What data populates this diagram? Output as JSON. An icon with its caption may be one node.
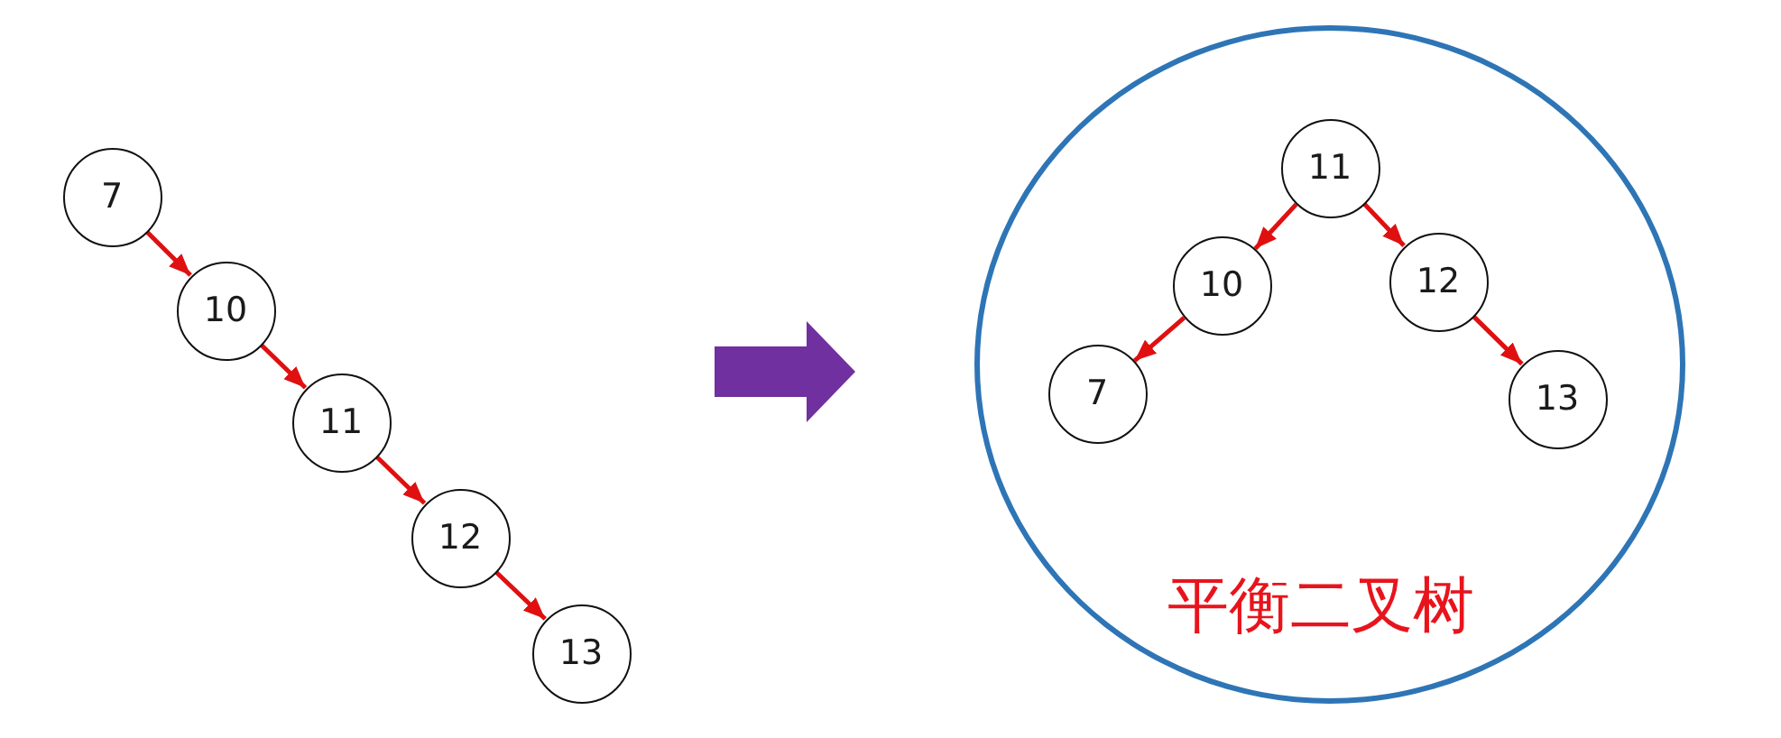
{
  "diagram": {
    "nodes": [
      {
        "text": [
          "7"
        ]
      },
      {
        "text": [
          "10"
        ]
      },
      {
        "text": [
          "11"
        ]
      },
      {
        "text": [
          "12"
        ]
      },
      {
        "text": [
          "13"
        ]
      },
      {
        "text": [
          "平衡二叉树"
        ]
      },
      {
        "text": [
          "11"
        ],
        "in": 5
      },
      {
        "text": [
          "10"
        ],
        "in": 5
      },
      {
        "text": [
          "12"
        ],
        "in": 5
      },
      {
        "text": [
          "7"
        ],
        "in": 5
      },
      {
        "text": [
          "13"
        ],
        "in": 5
      }
    ],
    "edges": [
      {
        "from": 0,
        "to": 1,
        "arrow": "to"
      },
      {
        "from": 1,
        "to": 2,
        "arrow": "to"
      },
      {
        "from": 2,
        "to": 3,
        "arrow": "to"
      },
      {
        "from": 3,
        "to": 4,
        "arrow": "to"
      },
      {
        "from": 6,
        "to": 7,
        "arrow": "to"
      },
      {
        "from": 6,
        "to": 8,
        "arrow": "to"
      },
      {
        "from": 7,
        "to": 9,
        "arrow": "to"
      },
      {
        "from": 8,
        "to": 10,
        "arrow": "to"
      }
    ]
  }
}
